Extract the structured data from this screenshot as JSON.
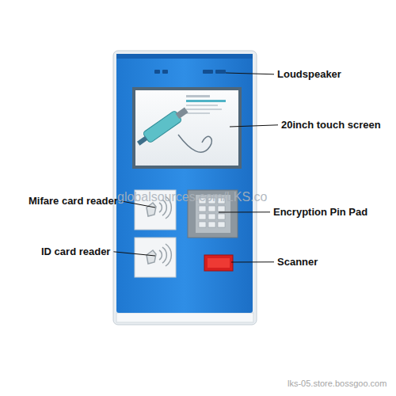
{
  "diagram": {
    "labels": [
      "Loudspeaker",
      "20inch touch screen",
      "Mifare card reader",
      "Encryption Pin Pad",
      "ID card reader",
      "Scanner",
      "globalsources.com/LKS.co",
      "lks-05.store.bossgoo.com"
    ]
  }
}
